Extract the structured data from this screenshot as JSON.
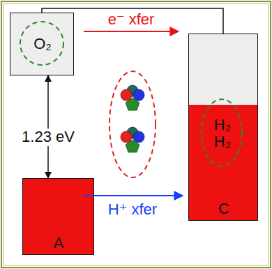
{
  "diagram": {
    "nodes": [
      {
        "text": [
          "O₂"
        ]
      },
      {
        "text": [
          "A"
        ]
      },
      {
        "text": [
          "H₂ H₂",
          "C"
        ]
      }
    ],
    "edges": [
      {
        "from": 0,
        "to": 1,
        "arrow": "both",
        "label": "1.23 eV"
      },
      {
        "from": 0,
        "to": 2,
        "arrow": "none"
      }
    ],
    "labels": [
      "e⁻ xfer",
      "H⁺ xfer"
    ]
  }
}
